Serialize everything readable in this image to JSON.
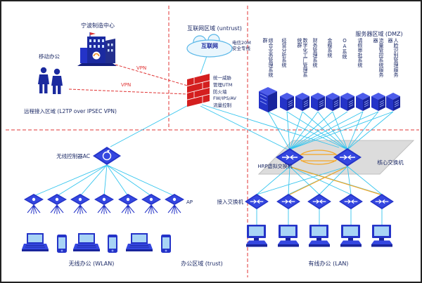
{
  "colors": {
    "device_blue": "#2433c8",
    "device_blue_light": "#3547e0",
    "device_blue_dark": "#19249c",
    "device_blue_top": "#4d5cea",
    "link_cyan": "#35c5ee",
    "link_orange": "#f5a623",
    "region_divider_red": "#e03434",
    "firewall_red": "#d41f1f",
    "cloud_blue": "#59b7e8",
    "platform_gray": "#dcdcdc",
    "label_dark": "#1c2a66"
  },
  "regions": {
    "remote_access": "远程接入区域 (L2TP over IPSEC VPN)",
    "internet": "互联网区域 (untrust)",
    "dmz": "服务器区域 (DMZ)",
    "wlan": "无线办公 (WLAN)",
    "office": "办公区域 (trust)",
    "lan": "有线办公 (LAN)"
  },
  "nodes": {
    "ningbo_center": "宁波制造中心",
    "mobile_office": "移动办公",
    "internet_cloud": "互联网",
    "telecom_line": [
      "电信20M",
      "安全专线"
    ],
    "vpn_label_1": "VPN",
    "vpn_label_2": "VPN",
    "firewall_lines": [
      "统一威胁",
      "管理UTM",
      "防火墙",
      "FW/IPS/AV",
      "流量控制"
    ],
    "wireless_controller": "无线控制器AC",
    "hrp_switch": "HRP虚拟交换机",
    "core_switch": "核心交换机",
    "ap": "AP",
    "access_switch": "接入交换机"
  },
  "servers": [
    "综合业务管理系统群",
    "经营分析系统",
    "数字化工厂管理系统群",
    "财务管理系统",
    "金蝶系统",
    "OA系统",
    "请假审批系统",
    "流量管控系统服务器",
    "人脸识别管理服务器"
  ]
}
